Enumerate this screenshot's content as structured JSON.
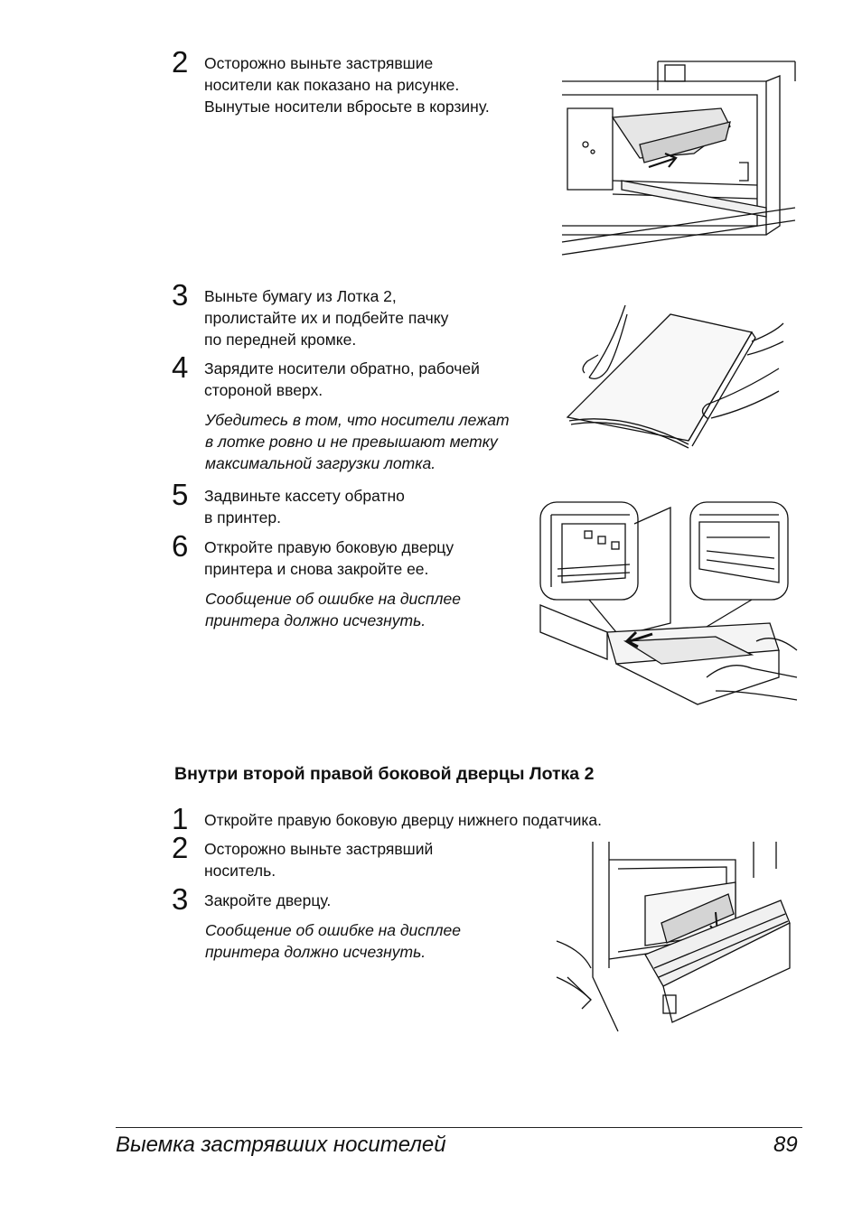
{
  "section1": {
    "steps": [
      {
        "num": "2",
        "text": "Осторожно выньте застрявшие\nносители как показано на рисунке.\nВынутые носители вбросьте в корзину."
      },
      {
        "num": "3",
        "text": "Выньте бумагу из  Лотка 2,\nпролистайте их и подбейте пачку\nпо передней кромке."
      },
      {
        "num": "4",
        "text": "Зарядите носители обратно, рабочей\nстороной вверх.",
        "note": "Убедитесь в том, что носители лежат\nв лотке ровно и не превышают метку\nмаксимальной загрузки лотка."
      },
      {
        "num": "5",
        "text": "Задвиньте кассету обратно\nв принтер."
      },
      {
        "num": "6",
        "text": "Откройте правую боковую дверцу\nпринтера и снова закройте ее.",
        "note": "Сообщение об ошибке на дисплее\nпринтера должно исчезнуть."
      }
    ]
  },
  "section2": {
    "heading": "Внутри второй правой боковой дверцы Лотка 2",
    "steps": [
      {
        "num": "1",
        "text": "Откройте правую боковую дверцу нижнего податчика."
      },
      {
        "num": "2",
        "text": "Осторожно выньте застрявший\nноситель."
      },
      {
        "num": "3",
        "text": "Закройте дверцу.",
        "note": "Сообщение об ошибке на дисплее\nпринтера должно исчезнуть."
      }
    ]
  },
  "footer": {
    "title": "Выемка застрявших носителей",
    "page": "89"
  }
}
